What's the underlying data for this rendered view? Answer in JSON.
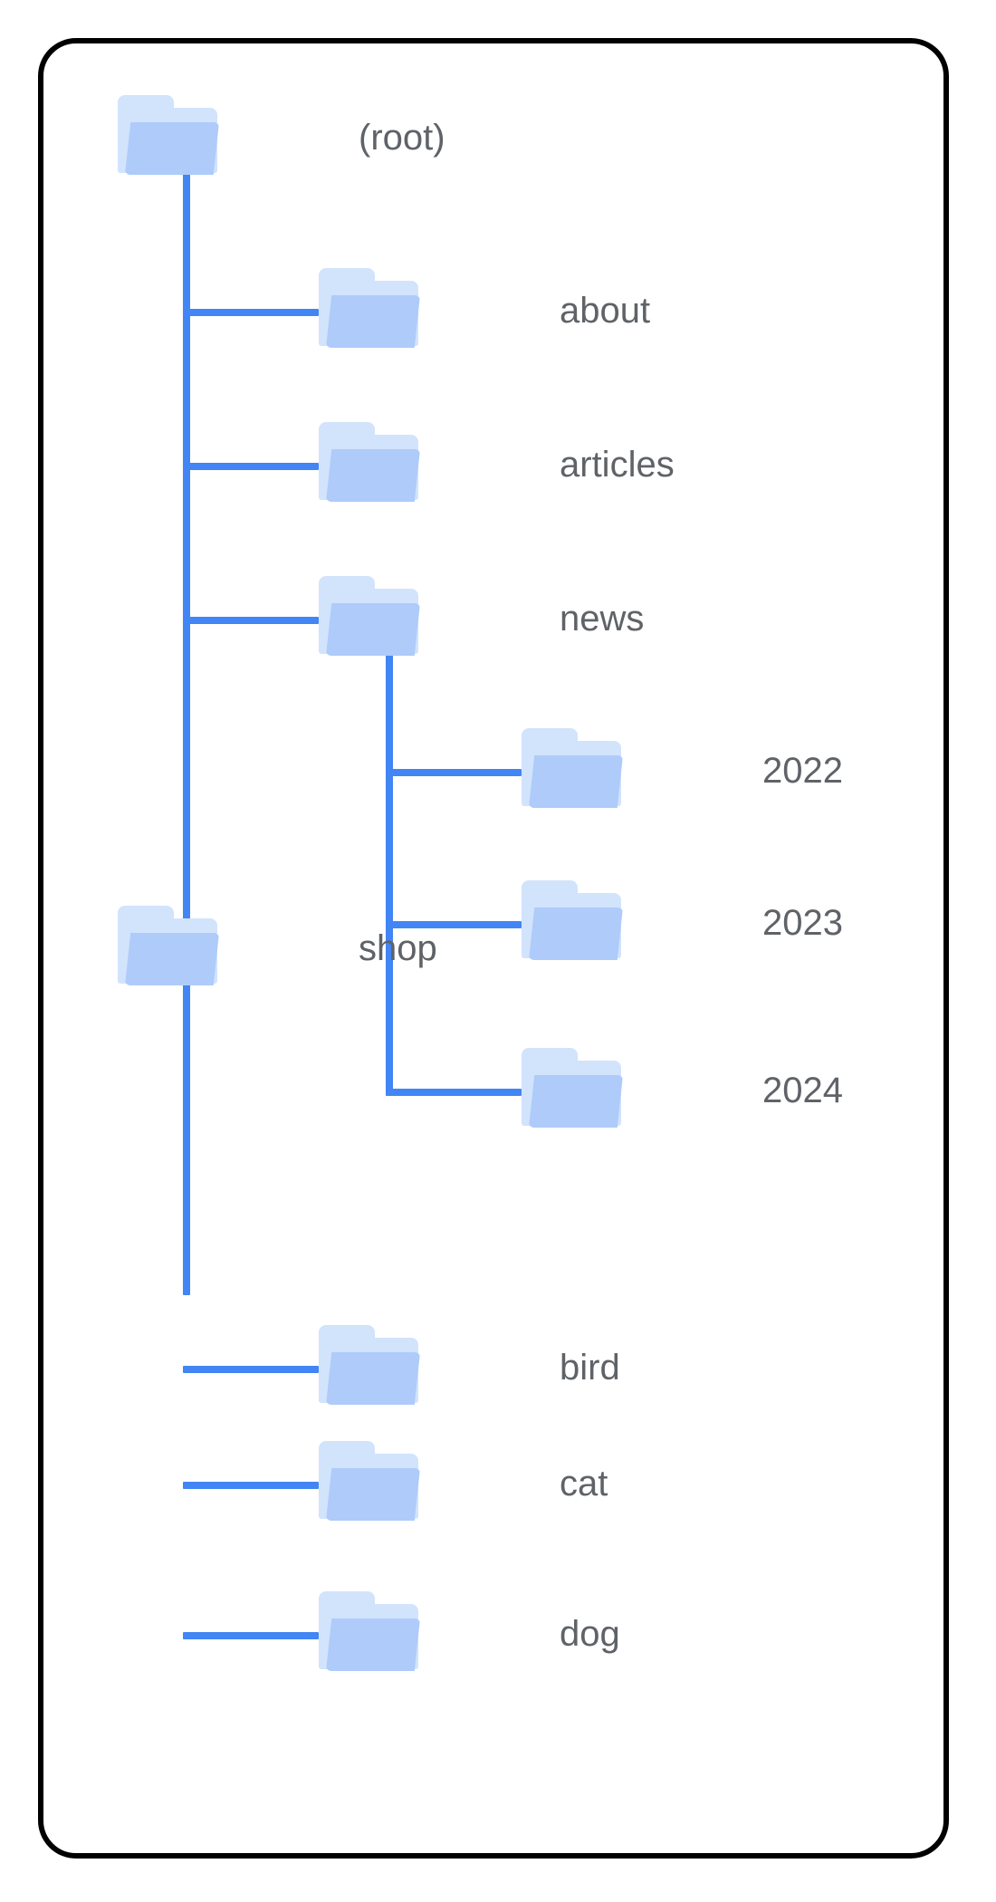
{
  "diagram": {
    "type": "folder-tree",
    "title": "",
    "frame": {
      "border_color": "#000000",
      "background": "#FFFFFF",
      "corner_radius": "42px"
    },
    "colors": {
      "connector": "#4285F4",
      "folder_front": "#AECBFA",
      "folder_back": "#D2E3FC",
      "label_text": "#5F6368"
    },
    "icon_name": "folder-icon",
    "nodes": [
      {
        "id": "root",
        "label": "(root)",
        "depth": 0,
        "parent": null
      },
      {
        "id": "about",
        "label": "about",
        "depth": 1,
        "parent": "root"
      },
      {
        "id": "articles",
        "label": "articles",
        "depth": 1,
        "parent": "root"
      },
      {
        "id": "news",
        "label": "news",
        "depth": 1,
        "parent": "root"
      },
      {
        "id": "news2022",
        "label": "2022",
        "depth": 2,
        "parent": "news"
      },
      {
        "id": "news2023",
        "label": "2023",
        "depth": 2,
        "parent": "news"
      },
      {
        "id": "news2024",
        "label": "2024",
        "depth": 2,
        "parent": "news"
      },
      {
        "id": "shop",
        "label": "shop",
        "depth": 0,
        "parent": "root"
      },
      {
        "id": "bird",
        "label": "bird",
        "depth": 1,
        "parent": "shop"
      },
      {
        "id": "cat",
        "label": "cat",
        "depth": 1,
        "parent": "shop"
      },
      {
        "id": "dog",
        "label": "dog",
        "depth": 1,
        "parent": "shop"
      }
    ]
  }
}
